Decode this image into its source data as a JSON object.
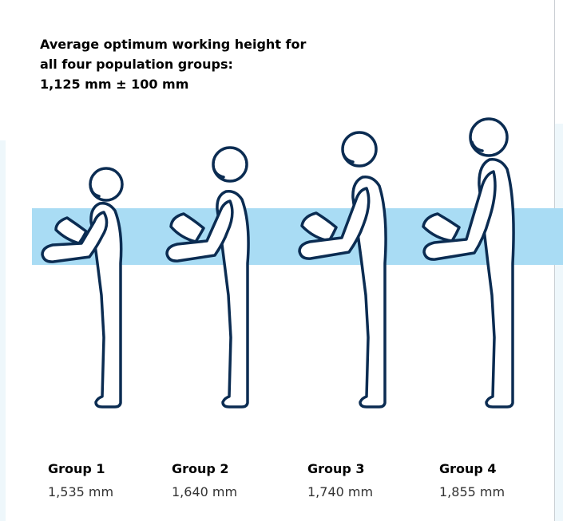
{
  "heading": {
    "line1": "Average optimum working height for",
    "line2": "all four population groups:",
    "line3": "1,125 mm ± 100 mm"
  },
  "groups": [
    {
      "label": "Group 1",
      "height": "1,535 mm"
    },
    {
      "label": "Group 2",
      "height": "1,640 mm"
    },
    {
      "label": "Group 3",
      "height": "1,740 mm"
    },
    {
      "label": "Group 4",
      "height": "1,855 mm"
    }
  ],
  "colors": {
    "band": "#a9dcf4",
    "outline": "#0b2c52",
    "side_panel": "#eef7fb"
  },
  "icons": [
    "standing-person-icon"
  ]
}
